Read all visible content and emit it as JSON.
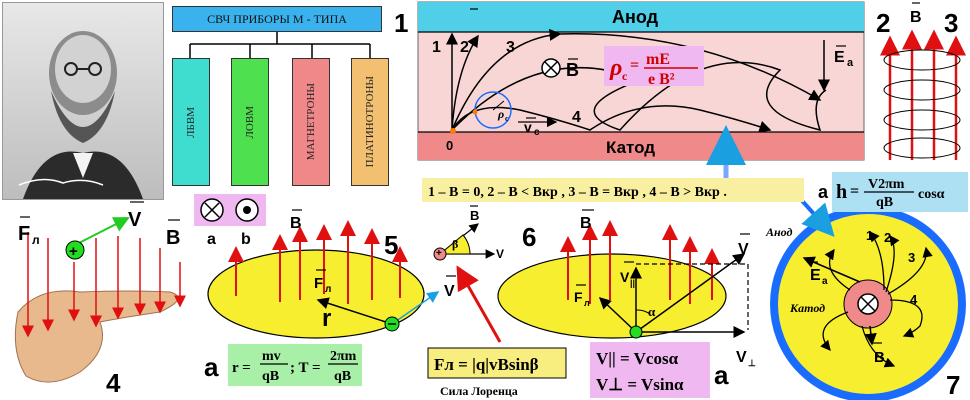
{
  "block_diagram": {
    "title": "СВЧ ПРИБОРЫ М - ТИПА",
    "columns": [
      "ЛБВМ",
      "ЛОВМ",
      "МАГНЕТРОНЫ",
      "ПЛАТИНОТРОНЫ"
    ],
    "colors": [
      "#3fdcd0",
      "#4ee04e",
      "#f0888a",
      "#f2c070"
    ]
  },
  "field_direction": {
    "a": "a",
    "b": "b"
  },
  "magnetron_plane": {
    "anode": "Анод",
    "cathode": "Катод",
    "origin": "0",
    "traj_labels": [
      "1",
      "2",
      "3",
      "4"
    ],
    "B_symbol": "B",
    "E_symbol": "E",
    "E_sub": "a",
    "Vc": "v",
    "Vc_sub": "c",
    "rho": "ρ",
    "rho_sub": "c",
    "formula_lhs": "ρ",
    "formula_sub": "c",
    "formula_num": "mE",
    "formula_den": "e B²"
  },
  "legend": {
    "text": "1 – B = 0,  2 – B < Bкр ,  3 – B = Bкр ,  4 – B > Bкр ."
  },
  "numbers": {
    "n1": "1",
    "n2": "2",
    "n3": "3",
    "n4": "4",
    "n5": "5",
    "n6": "6",
    "n7": "7"
  },
  "helix": {
    "label_a": "a",
    "formula_lhs": "h",
    "formula_num": "V2πm",
    "formula_den": "qB",
    "formula_tail": "cosα"
  },
  "hand_panel": {
    "F": "F",
    "F_sub": "л",
    "V": "V",
    "B": "B",
    "plus": "+"
  },
  "circle_panel": {
    "B": "B",
    "F": "F",
    "F_sub": "л",
    "V": "V",
    "r": "r",
    "label_a": "a",
    "formula": "r = mv/qB ;  T = 2πm/qB",
    "r_lhs": "r =",
    "r_num": "mv",
    "r_den": "qB",
    "T_lhs": "; T =",
    "T_num": "2πm",
    "T_den": "qB"
  },
  "lorentz": {
    "B": "B",
    "V": "V",
    "beta": "β",
    "formula": "Fл = |q|vBsinβ",
    "caption": "Сила Лоренца"
  },
  "spiral_panel": {
    "B": "B",
    "F": "F",
    "F_sub": "л",
    "V": "V",
    "Vpar": "V",
    "Vpar_sub": "||",
    "Vperp_sub": "⊥",
    "alpha": "α",
    "label_a": "a",
    "f1": "V|| = Vcosα",
    "f2": "V⊥ = Vsinα"
  },
  "cylinder": {
    "anode": "Анод",
    "cathode": "Катод",
    "E": "E",
    "E_sub": "a",
    "B": "B",
    "labels": [
      "1",
      "2",
      "3",
      "4"
    ]
  }
}
